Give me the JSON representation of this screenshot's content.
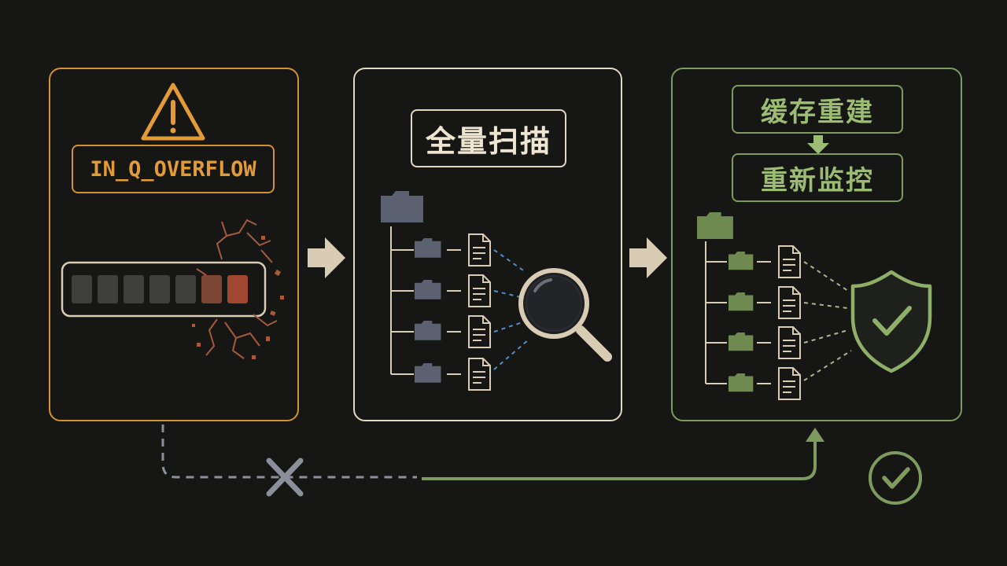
{
  "stages": [
    {
      "label": "IN_Q_OVERFLOW",
      "icon": "warning-icon"
    },
    {
      "label": "全量扫描",
      "icon": "magnifier-icon"
    },
    {
      "labels": [
        "缓存重建",
        "重新监控"
      ],
      "icon": "shield-check-icon"
    }
  ],
  "colors": {
    "background": "#161615",
    "overflow": "#d6902f",
    "scan": "#e2d8c0",
    "recover": "#7f9a5e",
    "failed": "#8a8f99",
    "folder": "#5b6170"
  },
  "queue_slots_total": 7,
  "queue_slots_overflowed": 2
}
